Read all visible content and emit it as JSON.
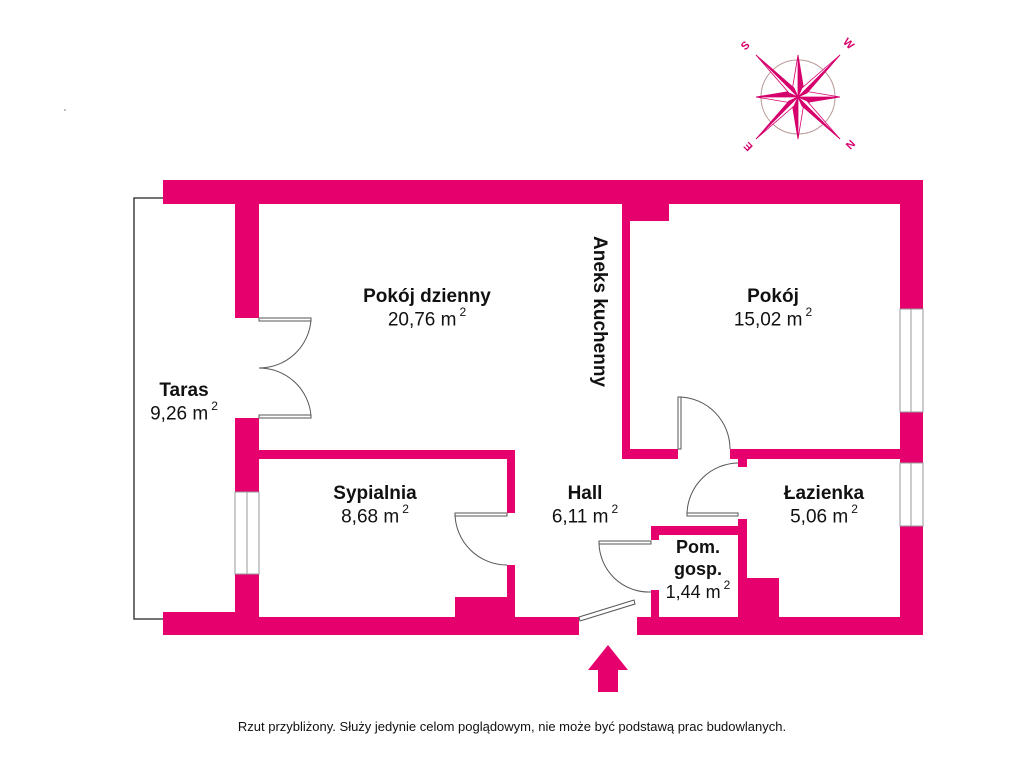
{
  "plan": {
    "wall_color": "#e5006d",
    "rooms": [
      {
        "id": "pokoj-dzienny",
        "name": "Pokój dzienny",
        "area": "20,76 m",
        "unit_sup": "2"
      },
      {
        "id": "pokoj",
        "name": "Pokój",
        "area": "15,02 m",
        "unit_sup": "2"
      },
      {
        "id": "taras",
        "name": "Taras",
        "area": "9,26 m",
        "unit_sup": "2"
      },
      {
        "id": "sypialnia",
        "name": "Sypialnia",
        "area": "8,68 m",
        "unit_sup": "2"
      },
      {
        "id": "hall",
        "name": "Hall",
        "area": "6,11 m",
        "unit_sup": "2"
      },
      {
        "id": "lazienka",
        "name": "Łazienka",
        "area": "5,06 m",
        "unit_sup": "2"
      },
      {
        "id": "pom-gosp",
        "name_line1": "Pom.",
        "name_line2": "gosp.",
        "area": "1,44 m",
        "unit_sup": "2"
      }
    ],
    "kitchen_label": "Aneks kuchenny",
    "entrance_icon": "entrance-arrow-icon"
  },
  "compass": {
    "icon": "compass-rose-icon",
    "labels": {
      "top_left": "S",
      "top_right": "W",
      "bottom_left": "E",
      "bottom_right": "N"
    }
  },
  "footer": {
    "disclaimer": "Rzut przybliżony. Służy jedynie celom poglądowym, nie może być podstawą prac budowlanych."
  }
}
